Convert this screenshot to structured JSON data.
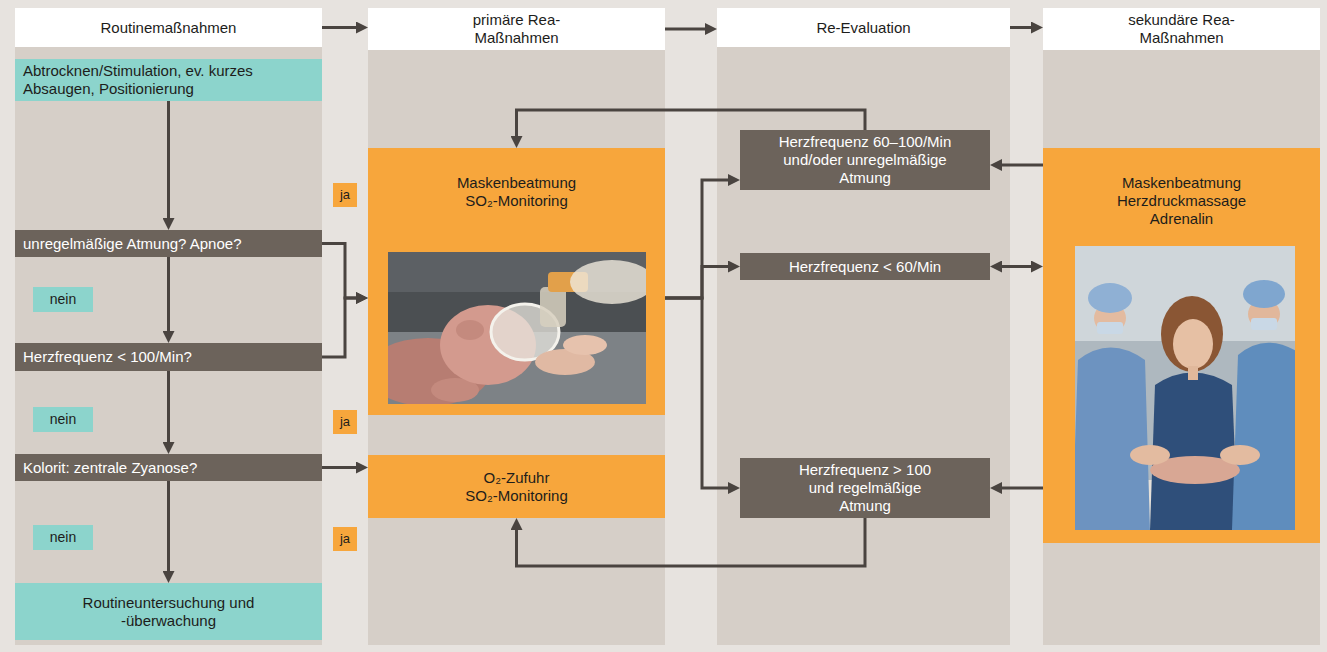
{
  "diagram": {
    "nodes": [
      {
        "text": [
          "Routinemaßnahmen"
        ]
      },
      {
        "text": [
          "primäre Rea-Maßnahmen"
        ]
      },
      {
        "text": [
          "Re-Evaluation"
        ]
      },
      {
        "text": [
          "sekundäre Rea-Maßnahmen"
        ]
      },
      {
        "text": [
          "Abtrocknen/Stimulation, ev. kurzes Absaugen, Positionierung"
        ]
      },
      {
        "text": [
          "unregelmäßige Atmung? Apnoe?"
        ]
      },
      {
        "text": [
          "nein"
        ]
      },
      {
        "text": [
          "Herzfrequenz < 100/Min?"
        ]
      },
      {
        "text": [
          "nein"
        ]
      },
      {
        "text": [
          "Kolorit: zentrale Zyanose?"
        ]
      },
      {
        "text": [
          "nein"
        ]
      },
      {
        "text": [
          "Routineuntersuchung und -überwachung"
        ]
      },
      {
        "text": [
          "ja"
        ]
      },
      {
        "text": [
          "ja"
        ]
      },
      {
        "text": [
          "ja"
        ]
      },
      {
        "text": [
          "Maskenbeatmung",
          "SO₂-Monitoring"
        ]
      },
      {
        "text": [
          "O₂-Zufuhr",
          "SO₂-Monitoring"
        ]
      },
      {
        "text": [
          "Herzfrequenz 60–100/Min und/oder unregelmäßige Atmung"
        ]
      },
      {
        "text": [
          "Herzfrequenz < 60/Min"
        ]
      },
      {
        "text": [
          "Herzfrequenz > 100 und regelmäßige Atmung"
        ]
      },
      {
        "text": [
          "Maskenbeatmung",
          "Herzdruckmassage",
          "Adrenalin"
        ]
      }
    ],
    "edges": [
      {
        "from": 0,
        "to": 1,
        "arrow": "to"
      },
      {
        "from": 1,
        "to": 2,
        "arrow": "to"
      },
      {
        "from": 2,
        "to": 3,
        "arrow": "to"
      },
      {
        "from": 4,
        "to": 5,
        "arrow": "to"
      },
      {
        "from": 5,
        "to": 7,
        "arrow": "to"
      },
      {
        "from": 7,
        "to": 9,
        "arrow": "to"
      },
      {
        "from": 9,
        "to": 11,
        "arrow": "to"
      },
      {
        "from": 5,
        "to": 15,
        "arrow": "to"
      },
      {
        "from": 7,
        "to": 15,
        "arrow": "to"
      },
      {
        "from": 9,
        "to": 16,
        "arrow": "to"
      },
      {
        "from": 15,
        "to": 17,
        "arrow": "to"
      },
      {
        "from": 15,
        "to": 18,
        "arrow": "to"
      },
      {
        "from": 15,
        "to": 19,
        "arrow": "to"
      },
      {
        "from": 17,
        "to": 15,
        "arrow": "to"
      },
      {
        "from": 18,
        "to": 20,
        "arrow": "both"
      },
      {
        "from": 20,
        "to": 17,
        "arrow": "to"
      },
      {
        "from": 20,
        "to": 19,
        "arrow": "to"
      },
      {
        "from": 19,
        "to": 16,
        "arrow": "to"
      }
    ]
  }
}
